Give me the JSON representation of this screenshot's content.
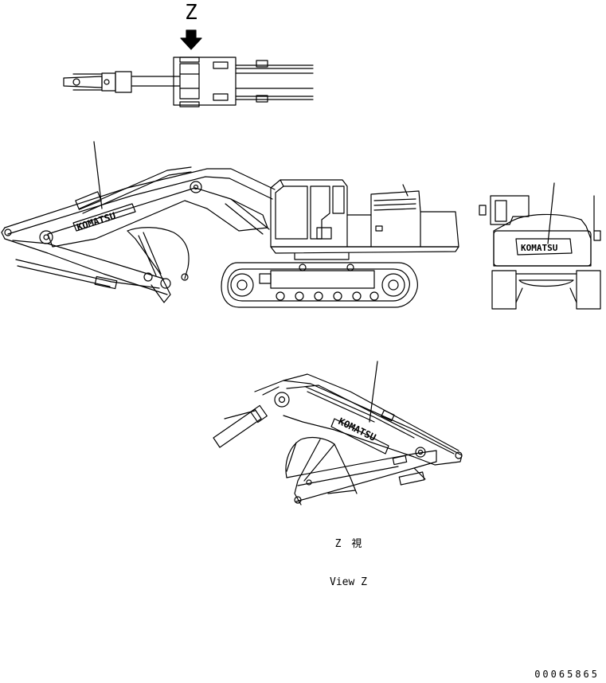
{
  "view_marker": "Z",
  "brand_label": "KOMATSU",
  "caption": {
    "line1": "Z　視",
    "line2": "View Z"
  },
  "drawing_number": "00065865"
}
